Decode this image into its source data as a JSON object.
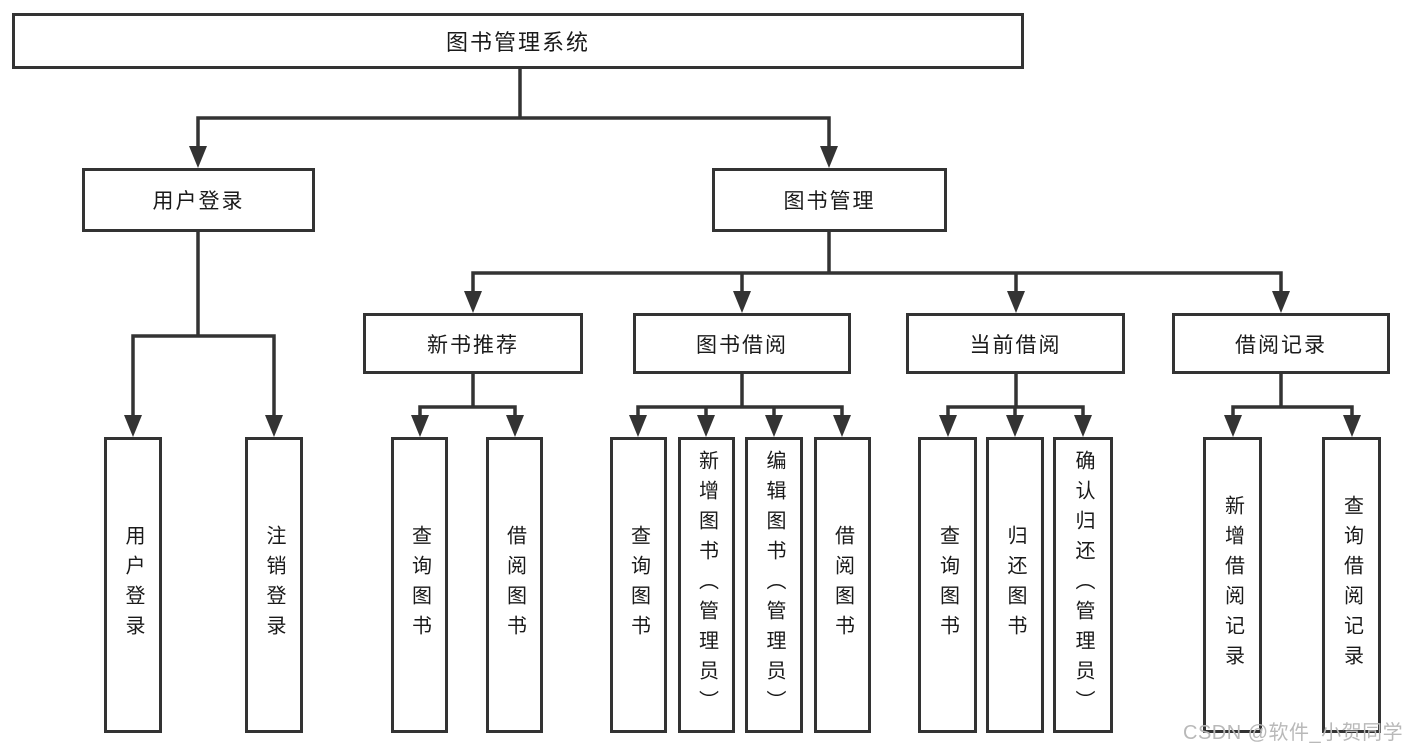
{
  "colors": {
    "line": "#333333",
    "border": "#333333",
    "text": "#1a1a1a",
    "watermark": "#b9b9b9",
    "background": "#ffffff"
  },
  "watermark": {
    "text": "CSDN @软件_小贺同学"
  },
  "diagram": {
    "tree": {
      "label": "图书管理系统",
      "children": [
        {
          "label": "用户登录",
          "children": [
            {
              "label": "用户登录"
            },
            {
              "label": "注销登录"
            }
          ]
        },
        {
          "label": "图书管理",
          "children": [
            {
              "label": "新书推荐",
              "children": [
                {
                  "label": "查询图书"
                },
                {
                  "label": "借阅图书"
                }
              ]
            },
            {
              "label": "图书借阅",
              "children": [
                {
                  "label": "查询图书"
                },
                {
                  "label": "新增图书（管理员）"
                },
                {
                  "label": "编辑图书（管理员）"
                },
                {
                  "label": "借阅图书"
                }
              ]
            },
            {
              "label": "当前借阅",
              "children": [
                {
                  "label": "查询图书"
                },
                {
                  "label": "归还图书"
                },
                {
                  "label": "确认归还（管理员）"
                }
              ]
            },
            {
              "label": "借阅记录",
              "children": [
                {
                  "label": "新增借阅记录"
                },
                {
                  "label": "查询借阅记录"
                }
              ]
            }
          ]
        }
      ]
    }
  }
}
